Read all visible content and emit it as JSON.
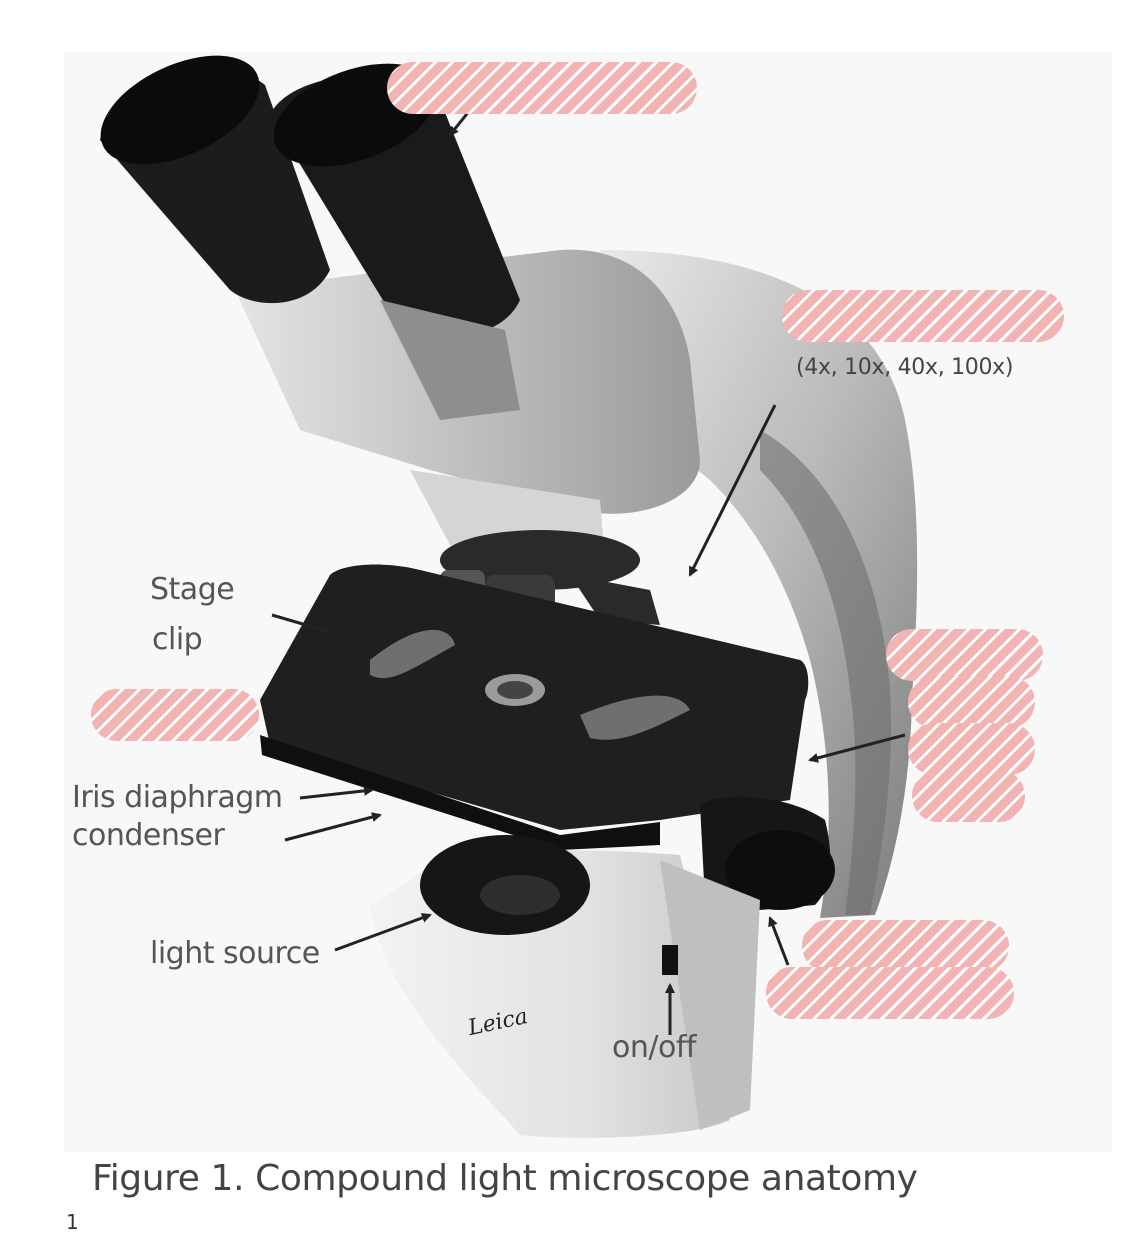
{
  "labels": {
    "stage_clip_line1": "Stage",
    "stage_clip_line2": "clip",
    "iris_diaphragm": "Iris diaphragm",
    "condenser": "condenser",
    "light_source": "light source",
    "on_off": "on/off",
    "objective_magnifications": "(4x, 10x, 40x, 100x)"
  },
  "brand": "Leica",
  "caption": "Figure 1. Compound light microscope anatomy",
  "page_number": "1",
  "colors": {
    "redaction": "#f2b3b3",
    "label_text": "#555555",
    "arrow": "#222222"
  }
}
